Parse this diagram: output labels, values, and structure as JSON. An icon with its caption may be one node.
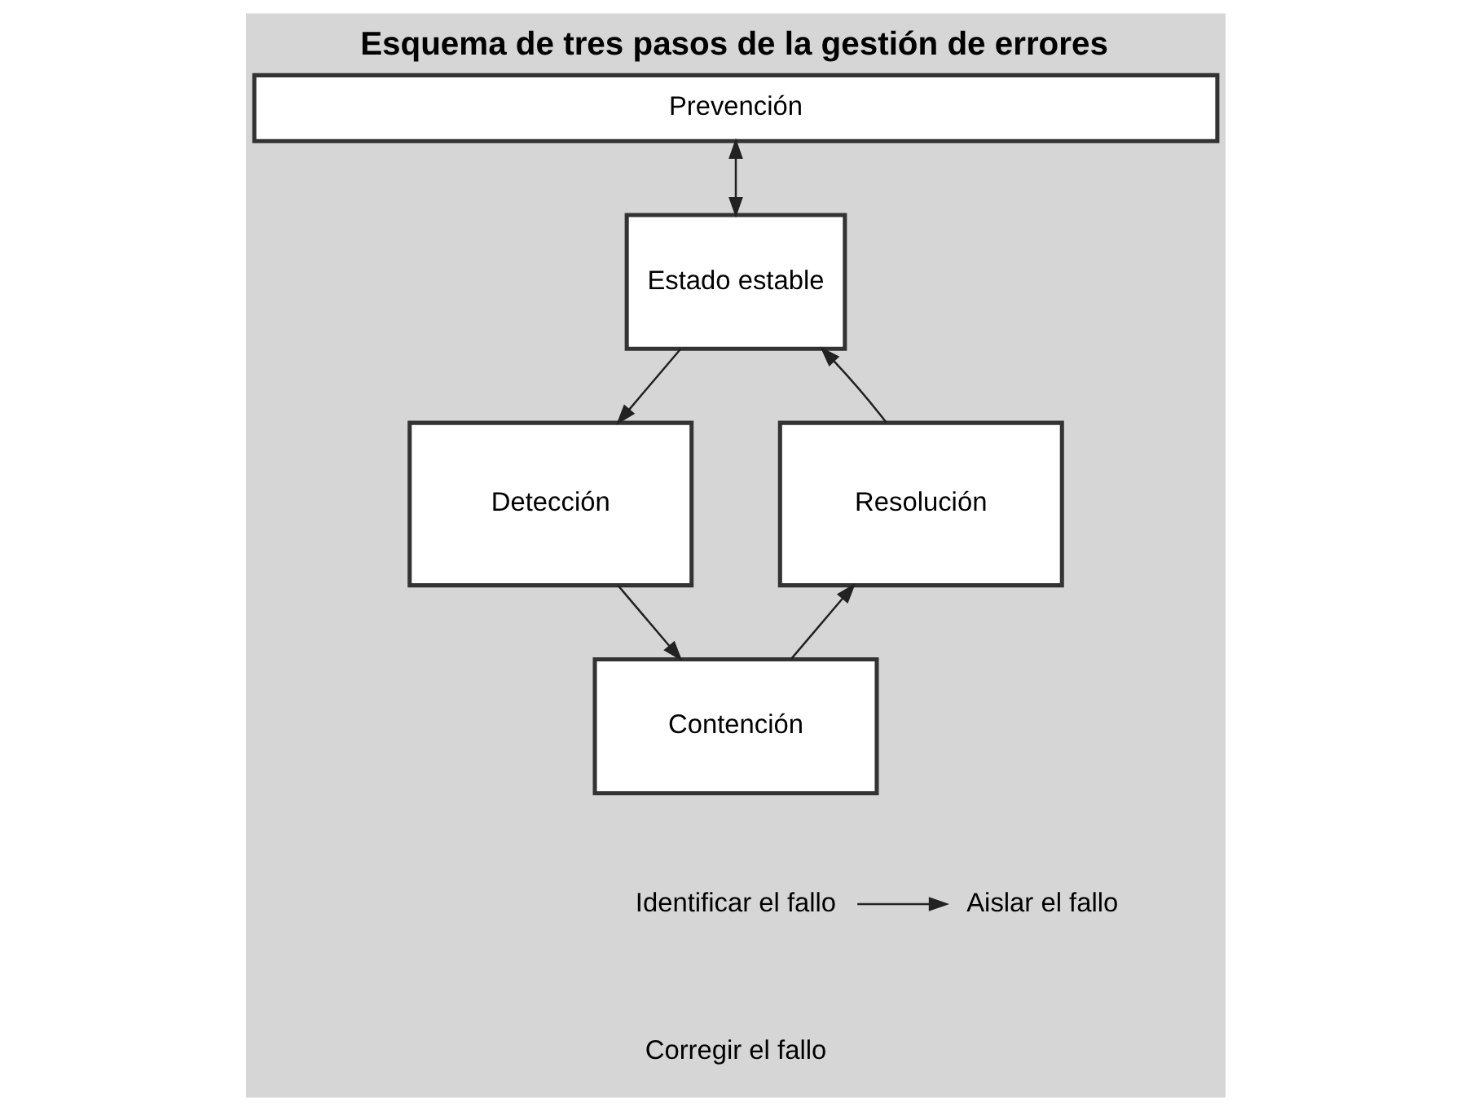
{
  "diagram": {
    "title": "Esquema de tres pasos de la gestión de errores",
    "nodes": [
      {
        "text": [
          "Prevención"
        ]
      },
      {
        "text": [
          "Estado estable"
        ]
      },
      {
        "text": [
          "Detección"
        ]
      },
      {
        "text": [
          "Contención"
        ]
      },
      {
        "text": [
          "Resolución"
        ]
      },
      {
        "text": [
          "Identificar el fallo"
        ]
      },
      {
        "text": [
          "Aislar el fallo"
        ]
      }
    ],
    "edges": [
      {
        "from": 0,
        "to": 1,
        "arrow": "both"
      },
      {
        "from": 1,
        "to": 2,
        "arrow": "to"
      },
      {
        "from": 2,
        "to": 3,
        "arrow": "to"
      },
      {
        "from": 3,
        "to": 4,
        "arrow": "to"
      },
      {
        "from": 4,
        "to": 1,
        "arrow": "to"
      },
      {
        "from": 5,
        "to": 6,
        "arrow": "to"
      }
    ],
    "labels": [
      "Corregir el fallo"
    ]
  }
}
